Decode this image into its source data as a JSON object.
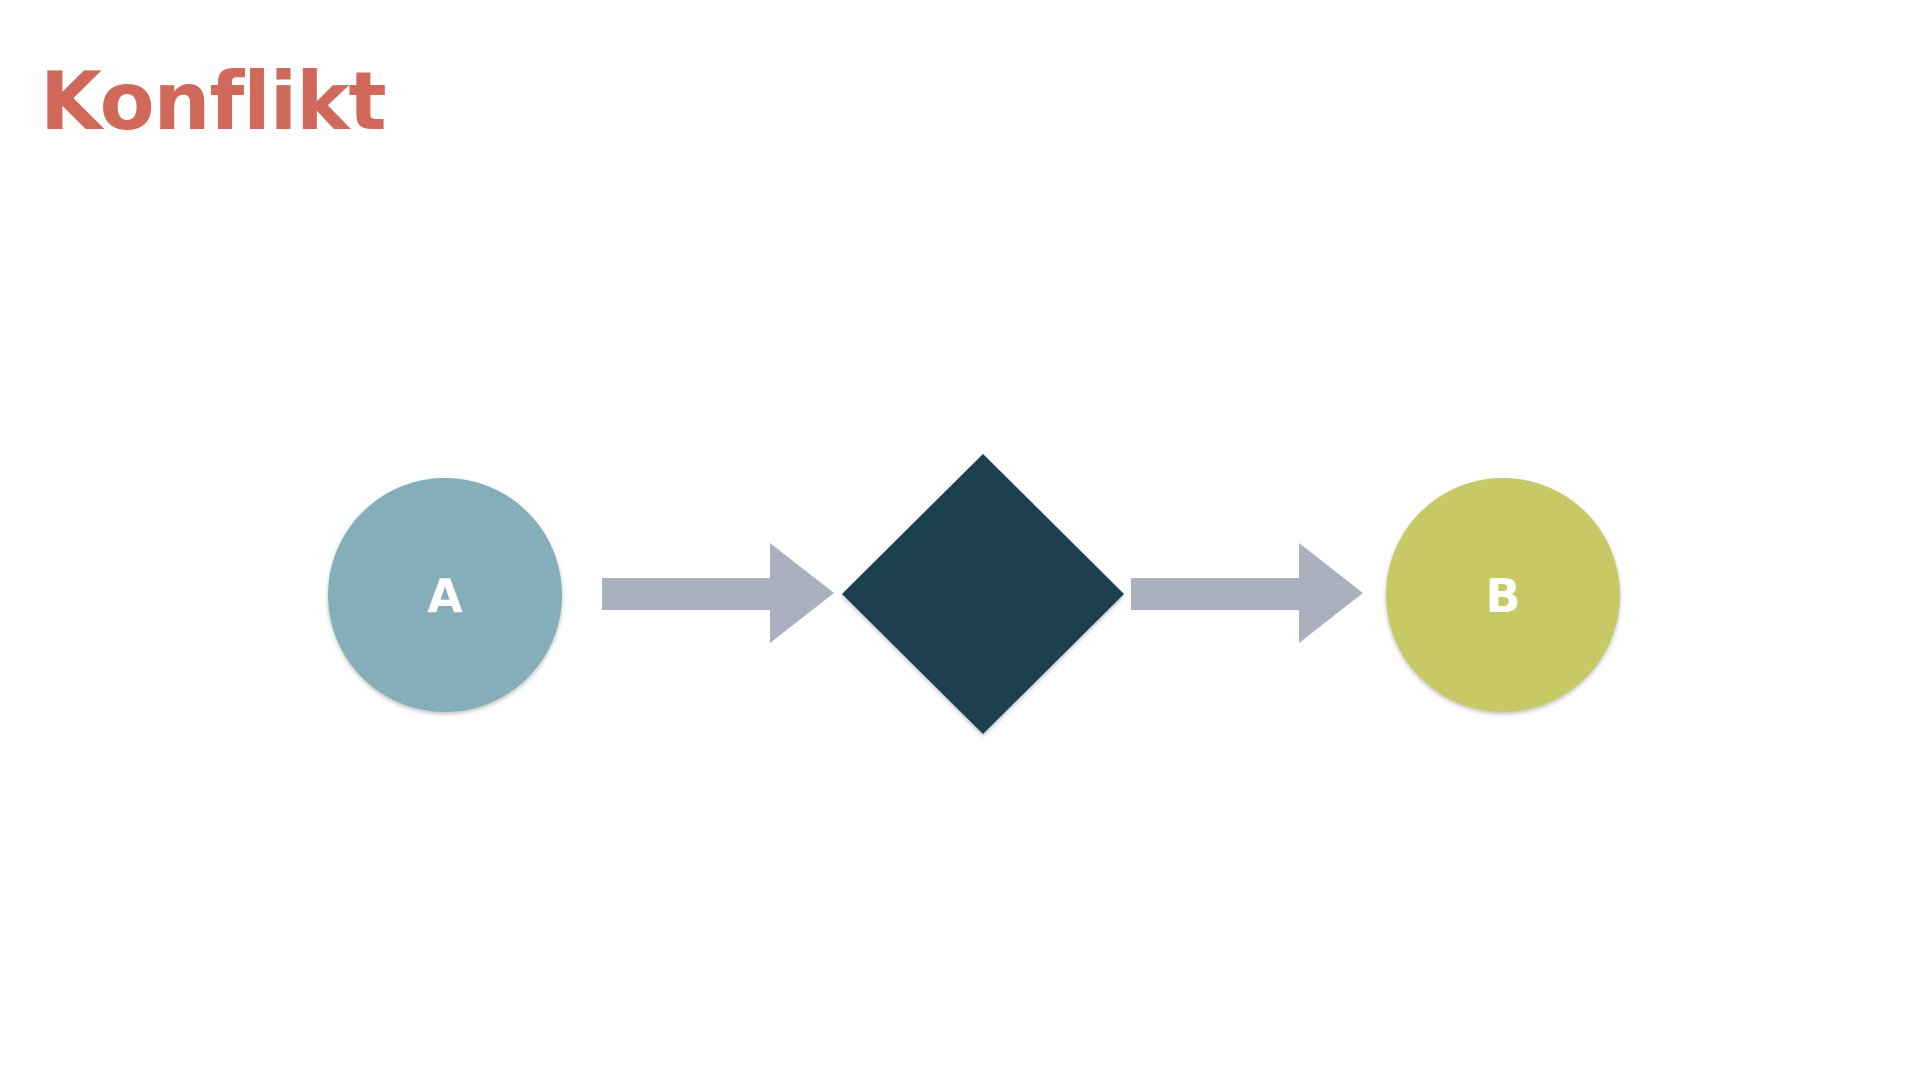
{
  "slide": {
    "title": "Konflikt",
    "title_color": "#D0695A"
  },
  "diagram": {
    "nodes": [
      {
        "id": "a",
        "shape": "circle",
        "label": "A",
        "color": "#85AEBB"
      },
      {
        "id": "conflict",
        "shape": "diamond",
        "label": "",
        "color": "#1D3F4E"
      },
      {
        "id": "b",
        "shape": "circle",
        "label": "B",
        "color": "#C6C966"
      }
    ],
    "edges": [
      {
        "from": "a",
        "to": "conflict",
        "color": "#ABB0BE"
      },
      {
        "from": "conflict",
        "to": "b",
        "color": "#ABB0BE"
      }
    ]
  }
}
